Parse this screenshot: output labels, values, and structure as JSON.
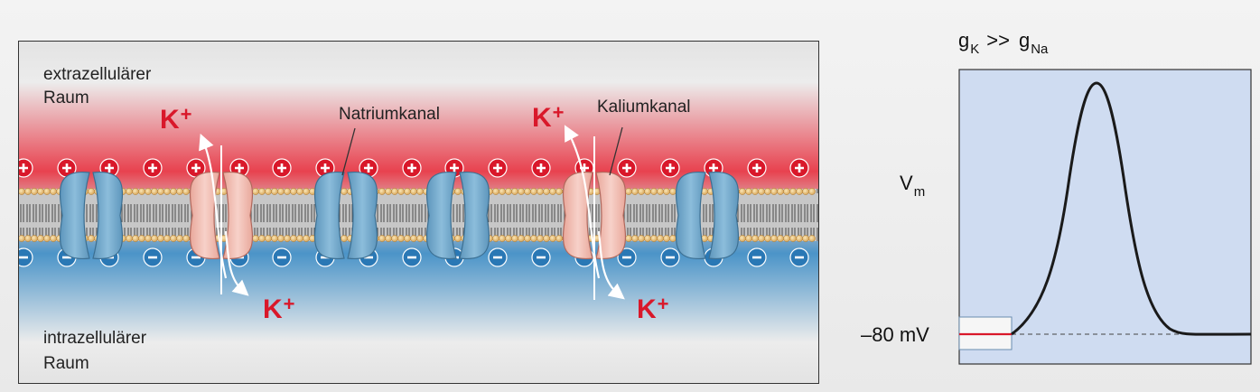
{
  "membrane": {
    "extracellular_label_line1": "extrazellulärer",
    "extracellular_label_line2": "Raum",
    "intracellular_label_line1": "intrazellulärer",
    "intracellular_label_line2": "Raum",
    "sodium_channel_label": "Natriumkanal",
    "potassium_channel_label": "Kaliumkanal",
    "ion_symbol": "K",
    "ion_charge": "+",
    "colors": {
      "extracellular_red": "#e8424f",
      "intracellular_blue": "#4b94c8",
      "sodium_channel": "#6fa6c9",
      "potassium_channel": "#f2b8ae",
      "positive_charge": "#d9182a",
      "negative_charge": "#2a78b5",
      "ion_text": "#d9182a"
    }
  },
  "graph": {
    "conductance_g1": "g",
    "conductance_g1_sub": "K",
    "conductance_relation": ">>",
    "conductance_g2": "g",
    "conductance_g2_sub": "Na",
    "ylabel_main": "V",
    "ylabel_sub": "m",
    "resting_potential_label": "–80 mV",
    "colors": {
      "plot_bg": "#cfdcf1",
      "trace": "#1a1a1a",
      "resting_line": "#d9182a"
    }
  }
}
